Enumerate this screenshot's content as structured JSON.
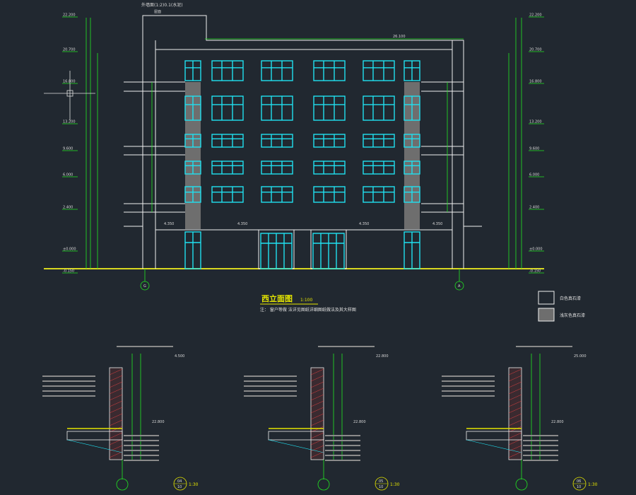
{
  "drawing": {
    "title": "西立面图",
    "scale": "1:100",
    "note": "注：  窗户等做   法详见图纸详细图纸做法及其大样图",
    "top_label": "外墙面(1:2)0.1(水泥)",
    "top_sub": "屋面",
    "roof_level": "26.100",
    "axis_left": "G",
    "axis_right": "A"
  },
  "left_levels": [
    "22.200",
    "20.700",
    "16.800",
    "13.200",
    "9.600",
    "6.000",
    "2.400",
    "±0.000",
    "-0.150"
  ],
  "right_levels": [
    "22.200",
    "20.700",
    "16.800",
    "13.200",
    "9.600",
    "6.000",
    "2.400",
    "±0.000",
    "-0.150"
  ],
  "floor_marks": [
    "4.350",
    "4.350",
    "4.350",
    "4.350"
  ],
  "legend": [
    {
      "label": "白色真石漆",
      "color": "#212830"
    },
    {
      "label": "浅灰色真石漆",
      "color": "#6e6e6e"
    }
  ],
  "details": [
    {
      "num": "04",
      "sheet": "10",
      "scale": "1:30",
      "top": "4.500",
      "mid": "22.800"
    },
    {
      "num": "05",
      "sheet": "10",
      "scale": "1:30",
      "top": "22.800",
      "mid": "22.800"
    },
    {
      "num": "06",
      "sheet": "10",
      "scale": "1:30",
      "top": "25.000",
      "mid": "22.800"
    }
  ],
  "colors": {
    "background": "#212830",
    "window": "#20e0f0",
    "dimension": "#22e622",
    "ground": "#d8d820",
    "outline": "#f0f0f0"
  }
}
